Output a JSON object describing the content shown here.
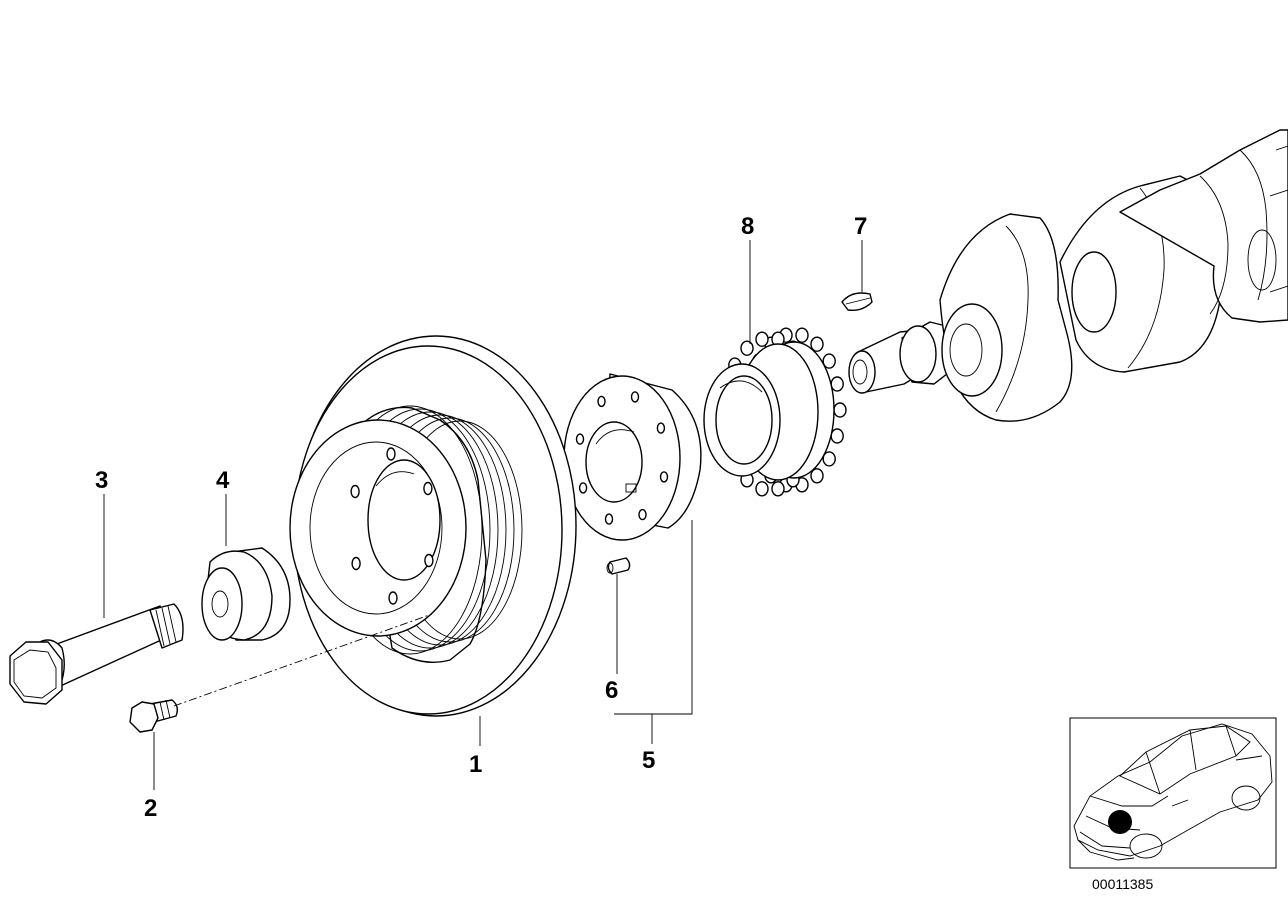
{
  "callouts": {
    "c1": "1",
    "c2": "2",
    "c3": "3",
    "c4": "4",
    "c5": "5",
    "c6": "6",
    "c7": "7",
    "c8": "8"
  },
  "diagram_id": "00011385",
  "colors": {
    "line": "#000000",
    "background": "#ffffff",
    "marker": "#000000"
  }
}
